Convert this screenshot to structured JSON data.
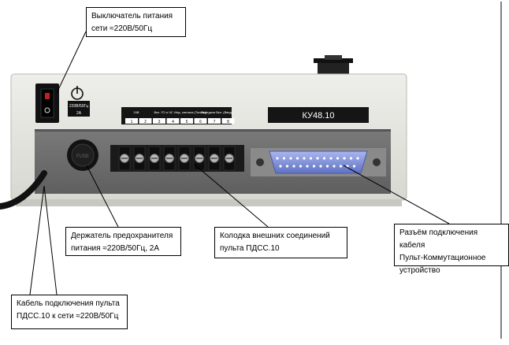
{
  "device": {
    "model": "КУ48.10",
    "fuse_spec": "220В/50Гц",
    "fuse_current": "2А",
    "terminal_groups": [
      "24В",
      "Вкл. ГО и ЧС",
      "Инд. сигнала (Только)",
      "Передача Вкл. (Ввод)"
    ],
    "terminal_numbers": [
      "1",
      "2",
      "3",
      "4",
      "5",
      "6",
      "7",
      "8"
    ]
  },
  "callouts": {
    "switch": "Выключатель питания\nсети ≈220В/50Гц",
    "fuse": "Держатель предохранителя\nпитания ≈220В/50Гц, 2А",
    "terminal": "Колодка внешних соединений\nпульта ПДСС.10",
    "dsub": "Разъём подключения кабеля\nПульт-Коммутационное\nустройство",
    "cable": "Кабель подключения пульта\nПДСС.10 к сети ≈220В/50Гц"
  },
  "colors": {
    "housing": "#e6e6e1",
    "panel": "#6e6e6e",
    "label_bg": "#151515",
    "dsub": "#7a8bd6"
  }
}
